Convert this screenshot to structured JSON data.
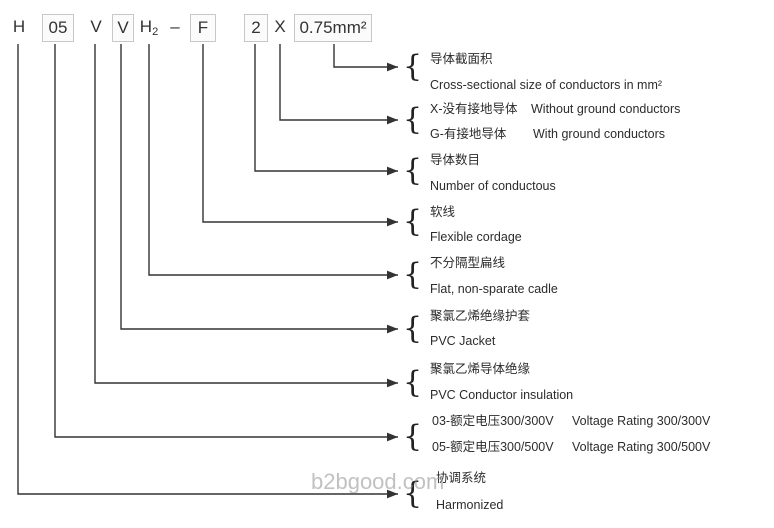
{
  "code": {
    "segments": [
      "H",
      "05",
      "V",
      "V",
      "H2",
      "–",
      "F",
      "2",
      "X",
      "0.75mm²"
    ],
    "h2_main": "H",
    "h2_sub": "2"
  },
  "entries": [
    {
      "id": "size",
      "cn": "导体截面积",
      "en": "Cross-sectional size of conductors in mm²"
    },
    {
      "id": "ground",
      "cn": "X-没有接地导体",
      "en": "Without ground conductors",
      "cn2": "G-有接地导体",
      "en2": "With ground conductors"
    },
    {
      "id": "number",
      "cn": "导体数目",
      "en": "Number of conductous"
    },
    {
      "id": "flexible",
      "cn": "软线",
      "en": "Flexible cordage"
    },
    {
      "id": "flat",
      "cn": "不分隔型扁线",
      "en": "Flat, non-sparate cadle"
    },
    {
      "id": "jacket",
      "cn": "聚氯乙烯绝缘护套",
      "en": "PVC Jacket"
    },
    {
      "id": "insulation",
      "cn": "聚氯乙烯导体绝缘",
      "en": "PVC Conductor insulation"
    },
    {
      "id": "voltage",
      "cn": "03-额定电压300/300V",
      "en": "Voltage Rating 300/300V",
      "cn2": "05-额定电压300/500V",
      "en2": "Voltage Rating 300/500V"
    },
    {
      "id": "harmonized",
      "cn": "协调系统",
      "en": "Harmonized"
    }
  ],
  "brace_char": "{",
  "watermark": "b2bgood.com",
  "colors": {
    "line": "#333333",
    "text": "#2c2c2c",
    "box_border": "#c8c8c8"
  }
}
